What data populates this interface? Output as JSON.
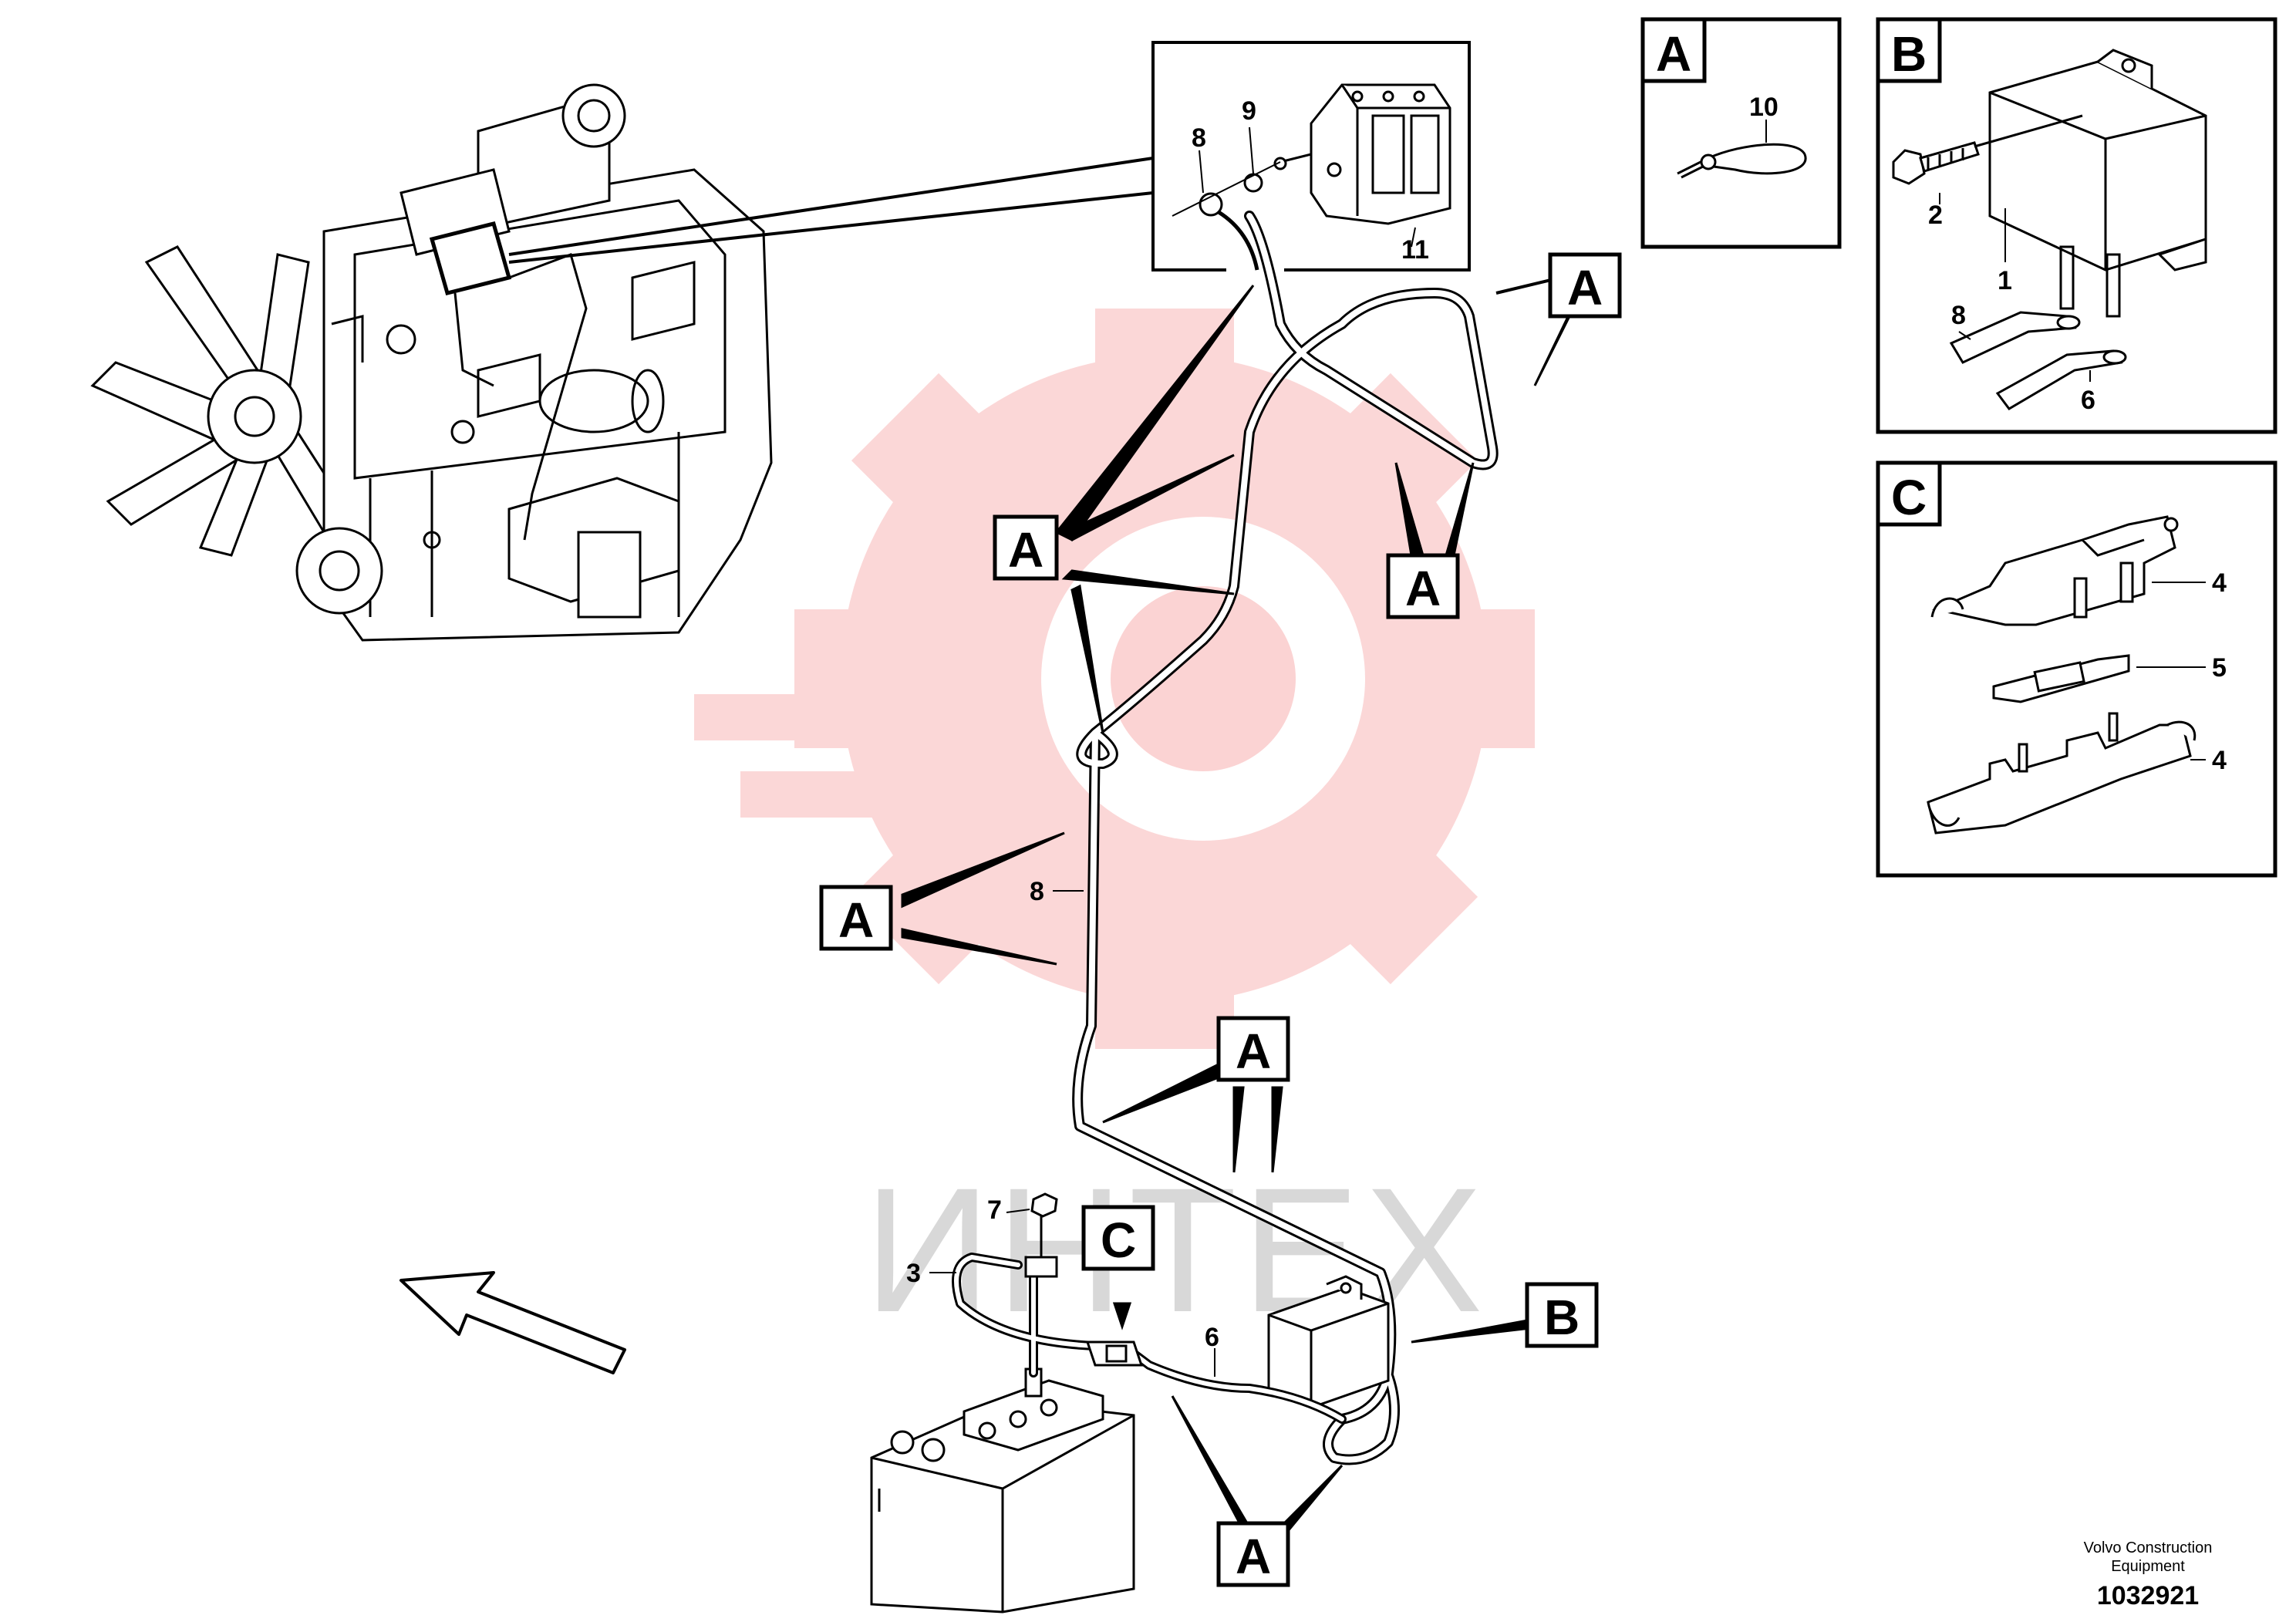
{
  "watermark": {
    "text": "ИНТЕХ",
    "gear_color": "#fbd3d3",
    "text_color": "#d8d8d8"
  },
  "panels": {
    "a": {
      "letter": "A",
      "labels": [
        "10"
      ]
    },
    "b": {
      "letter": "B",
      "labels": [
        "2",
        "1",
        "8",
        "6"
      ]
    },
    "c": {
      "letter": "C",
      "labels": [
        "4",
        "5",
        "4"
      ]
    }
  },
  "inset": {
    "labels": [
      "8",
      "9",
      "11"
    ]
  },
  "callouts": {
    "a": "A",
    "b": "B",
    "c": "C"
  },
  "item_labels": {
    "wire_8": "8",
    "wire_6": "6",
    "wire_3": "3",
    "bolt_7": "7"
  },
  "footer": {
    "line1": "Volvo Construction",
    "line2": "Equipment",
    "number": "1032921"
  },
  "icons": [
    "engine-illustration",
    "battery-icon",
    "relay-icon",
    "fuse-holder-icon",
    "cable-tie-icon",
    "bolt-icon",
    "direction-arrow-icon"
  ]
}
